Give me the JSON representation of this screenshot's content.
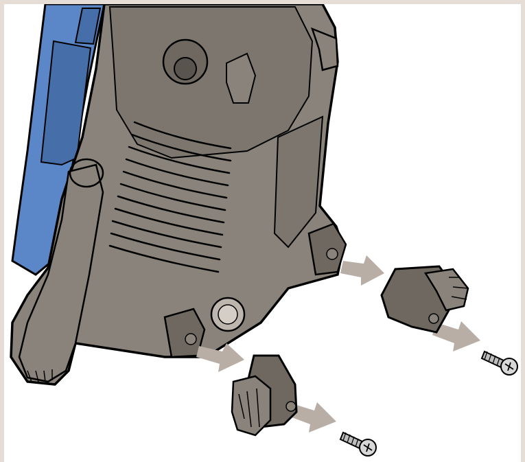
{
  "figure": {
    "body_color": "#8a837b",
    "body_shadow": "#6f6861",
    "outline_color": "#000000",
    "panel_color": "#5b87c8",
    "panel_shadow": "#466ea8",
    "arrow_color": "#b9aea6",
    "frame_color": "#e6ddd7",
    "screw_color": "#bdbdbd"
  },
  "parts": [
    {
      "name": "wheel-right",
      "icon": "wheel-icon"
    },
    {
      "name": "wheel-left",
      "icon": "wheel-icon"
    },
    {
      "name": "screw-right",
      "icon": "screw-icon"
    },
    {
      "name": "screw-left",
      "icon": "screw-icon"
    }
  ]
}
